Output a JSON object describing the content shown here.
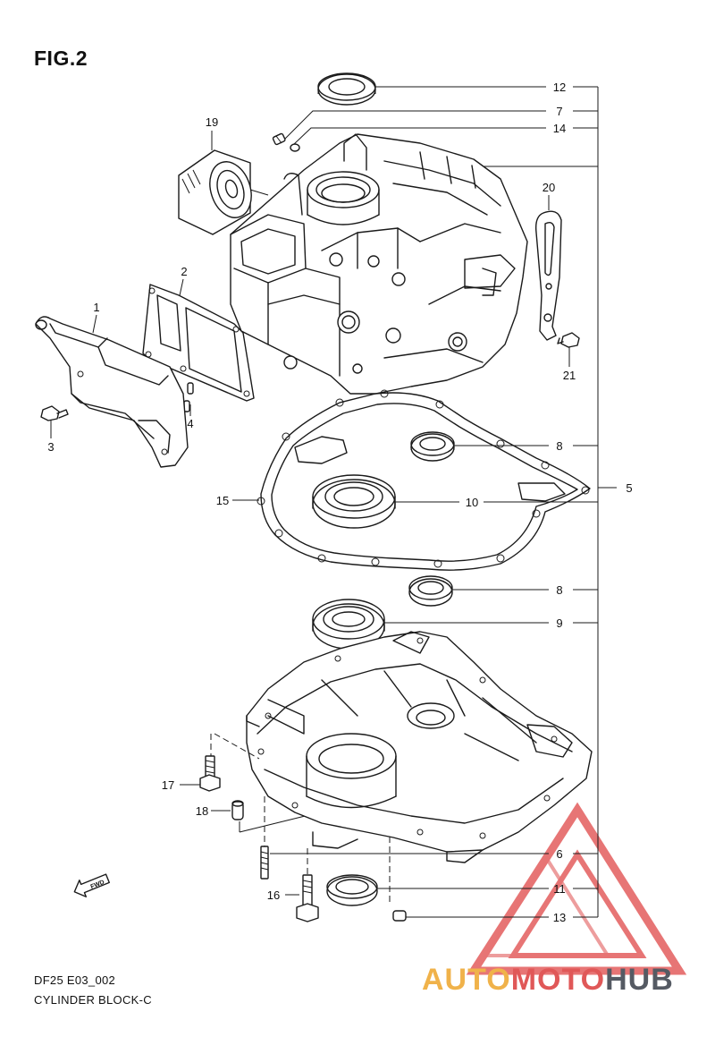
{
  "figure": {
    "title": "FIG.2",
    "code": "DF25 E03_002",
    "name": "CYLINDER BLOCK-C"
  },
  "fwd_label": "FWD",
  "callouts": [
    "1",
    "2",
    "3",
    "4",
    "5",
    "6",
    "7",
    "8",
    "9",
    "10",
    "11",
    "12",
    "13",
    "14",
    "15",
    "16",
    "17",
    "18",
    "19",
    "20",
    "21"
  ],
  "watermark": {
    "part1": "AUTO",
    "part2": "MOTO",
    "part3": "HUB"
  },
  "colors": {
    "line": "#1a1a1a",
    "watermark_red": "#e35d5d",
    "watermark_orange": "#f0b24a",
    "watermark_gray": "#555a63"
  }
}
